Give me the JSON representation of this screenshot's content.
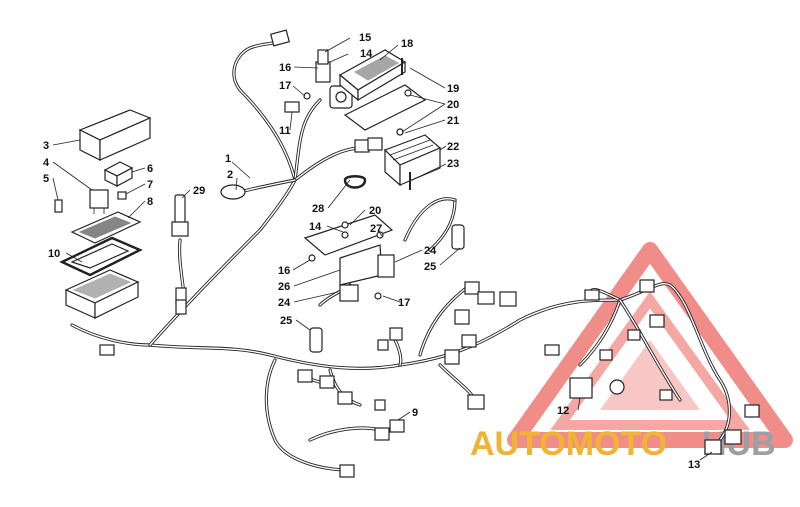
{
  "diagram": {
    "callouts": [
      "1",
      "2",
      "3",
      "4",
      "5",
      "6",
      "7",
      "8",
      "9",
      "10",
      "11",
      "12",
      "13",
      "14",
      "14",
      "15",
      "16",
      "16",
      "17",
      "17",
      "18",
      "19",
      "20",
      "20",
      "21",
      "22",
      "23",
      "24",
      "24",
      "25",
      "25",
      "26",
      "27",
      "28",
      "29"
    ]
  },
  "watermark": {
    "part1": "AUTOMOTO",
    "part2": "HUB",
    "colors": {
      "triangle": "#e8413a",
      "auto": "#f2b233",
      "hub": "#9aa0a6"
    }
  }
}
